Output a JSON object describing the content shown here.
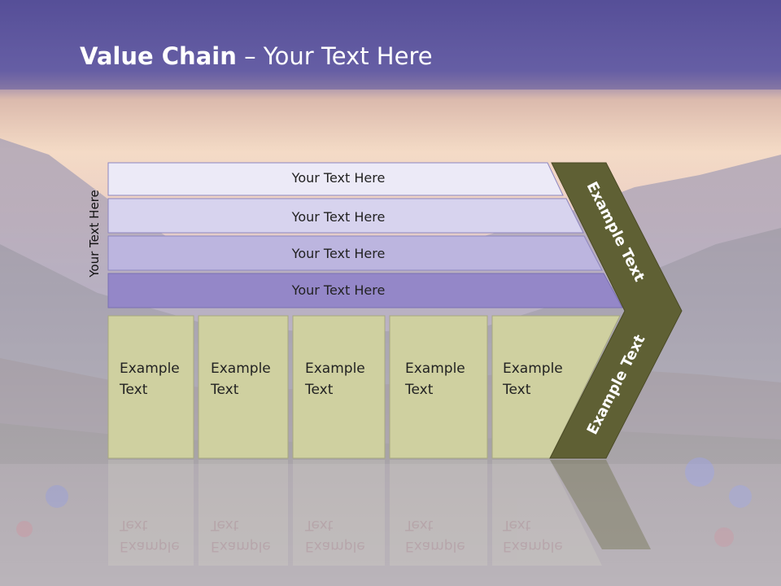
{
  "slide": {
    "title_bold": "Value Chain",
    "title_rest": " – Your Text Here",
    "side_label": "Your Text Here",
    "rows": [
      {
        "label": "Your Text Here",
        "fill": "#eceaf7"
      },
      {
        "label": "Your Text Here",
        "fill": "#d7d3ee"
      },
      {
        "label": "Your Text Here",
        "fill": "#bcb5df"
      },
      {
        "label": "Your Text Here",
        "fill": "#9487c8"
      }
    ],
    "cells": [
      {
        "line1": "Example",
        "line2": "Text"
      },
      {
        "line1": "Example",
        "line2": "Text"
      },
      {
        "line1": "Example",
        "line2": "Text"
      },
      {
        "line1": "Example",
        "line2": "Text"
      },
      {
        "line1": "Example",
        "line2": "Text"
      }
    ],
    "chevron_top_text": "Example Text",
    "chevron_bottom_text": "Example Text"
  },
  "colors": {
    "header": "#5d559f",
    "cell_fill": "#cfd0a0",
    "chevron_fill": "#5f6034"
  }
}
